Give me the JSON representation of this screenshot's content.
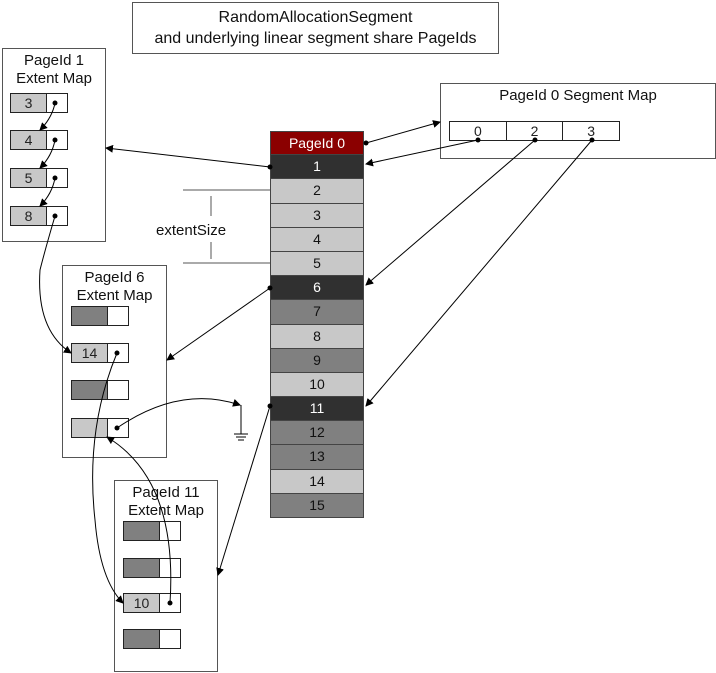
{
  "title": {
    "line1": "RandomAllocationSegment",
    "line2": "and underlying linear segment share PageIds"
  },
  "segment_map": {
    "title": "PageId 0 Segment Map",
    "cells": [
      "0",
      "2",
      "3"
    ]
  },
  "pages": [
    {
      "label": "PageId 0",
      "shade": "red"
    },
    {
      "label": "1",
      "shade": "dark"
    },
    {
      "label": "2",
      "shade": "light"
    },
    {
      "label": "3",
      "shade": "light"
    },
    {
      "label": "4",
      "shade": "light"
    },
    {
      "label": "5",
      "shade": "light"
    },
    {
      "label": "6",
      "shade": "dark"
    },
    {
      "label": "7",
      "shade": "mid"
    },
    {
      "label": "8",
      "shade": "light"
    },
    {
      "label": "9",
      "shade": "mid"
    },
    {
      "label": "10",
      "shade": "light"
    },
    {
      "label": "11",
      "shade": "dark"
    },
    {
      "label": "12",
      "shade": "mid"
    },
    {
      "label": "13",
      "shade": "mid"
    },
    {
      "label": "14",
      "shade": "light"
    },
    {
      "label": "15",
      "shade": "mid"
    }
  ],
  "extent_size_label": "extentSize",
  "extent_maps": [
    {
      "title_line1": "PageId 1",
      "title_line2": "Extent Map",
      "entries": [
        {
          "value": "3",
          "shade": "light"
        },
        {
          "value": "4",
          "shade": "light"
        },
        {
          "value": "5",
          "shade": "light"
        },
        {
          "value": "8",
          "shade": "light"
        }
      ]
    },
    {
      "title_line1": "PageId 6",
      "title_line2": "Extent Map",
      "entries": [
        {
          "value": "",
          "shade": "mid"
        },
        {
          "value": "14",
          "shade": "light"
        },
        {
          "value": "",
          "shade": "mid"
        },
        {
          "value": "",
          "shade": "light"
        }
      ]
    },
    {
      "title_line1": "PageId 11",
      "title_line2": "Extent Map",
      "entries": [
        {
          "value": "",
          "shade": "mid"
        },
        {
          "value": "",
          "shade": "mid"
        },
        {
          "value": "10",
          "shade": "light"
        },
        {
          "value": "",
          "shade": "mid"
        }
      ]
    }
  ],
  "colors": {
    "red": "#8b0000",
    "dark": "#303030",
    "mid": "#808080",
    "light": "#c8c8c8"
  }
}
